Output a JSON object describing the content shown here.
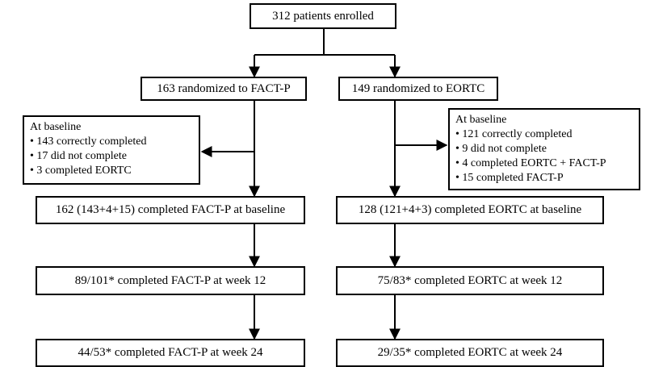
{
  "nodes": {
    "enrolled": "312 patients enrolled",
    "left_random": "163 randomized to FACT-P",
    "right_random": "149 randomized to EORTC",
    "left_baseline_box": {
      "heading": "At baseline",
      "items": [
        "143 correctly completed",
        "17 did not complete",
        "3 completed EORTC"
      ]
    },
    "right_baseline_box": {
      "heading": "At baseline",
      "items": [
        "121 correctly completed",
        "9 did not complete",
        "4 completed EORTC + FACT-P",
        "15 completed FACT-P"
      ]
    },
    "left_baseline": "162 (143+4+15) completed FACT-P at baseline",
    "right_baseline": "128 (121+4+3) completed EORTC at baseline",
    "left_week12": "89/101* completed FACT-P at week 12",
    "right_week12": "75/83* completed EORTC at week 12",
    "left_week24": "44/53* completed FACT-P at week 24",
    "right_week24": "29/35* completed EORTC at week 24"
  },
  "line_color": "#000000"
}
